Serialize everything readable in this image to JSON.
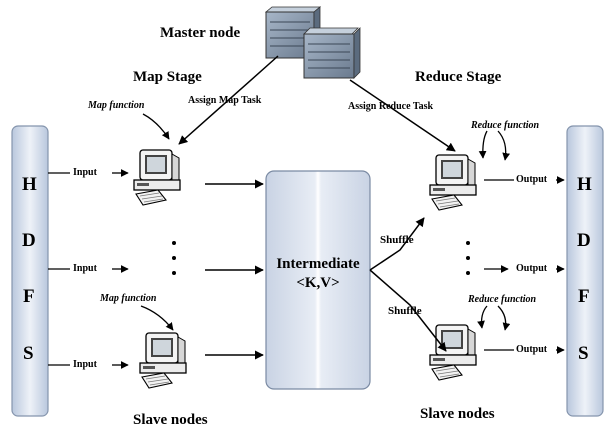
{
  "master_node": {
    "label": "Master node"
  },
  "map_stage": {
    "title": "Map Stage",
    "assign_label": "Assign Map Task",
    "function_label": "Map function",
    "input_label": "Input"
  },
  "reduce_stage": {
    "title": "Reduce  Stage",
    "assign_label": "Assign Reduce Task",
    "function_label": "Reduce function",
    "output_label": "Output"
  },
  "hdfs": {
    "letters": [
      "H",
      "D",
      "F",
      "S"
    ]
  },
  "intermediate": {
    "line1": "Intermediate",
    "line2": "<K,V>"
  },
  "shuffle_label": "Shuffle",
  "slave_nodes_label": "Slave nodes"
}
